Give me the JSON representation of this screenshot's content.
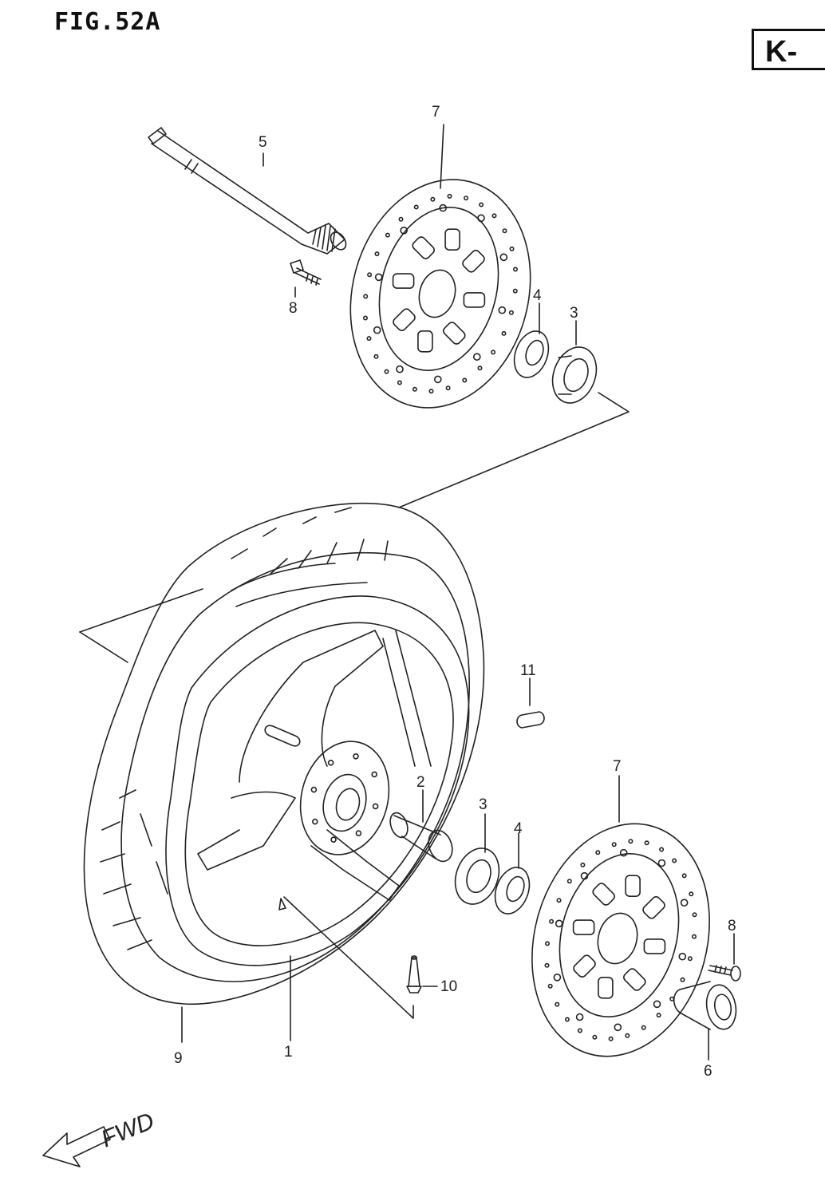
{
  "header": {
    "figure_label": "FIG.52A",
    "model_code": "K-"
  },
  "direction": {
    "label": "FWD"
  },
  "callouts": [
    {
      "id": "c7a",
      "number": "7"
    },
    {
      "id": "c5",
      "number": "5"
    },
    {
      "id": "c8a",
      "number": "8"
    },
    {
      "id": "c4a",
      "number": "4"
    },
    {
      "id": "c3a",
      "number": "3"
    },
    {
      "id": "c11",
      "number": "11"
    },
    {
      "id": "c7b",
      "number": "7"
    },
    {
      "id": "c2",
      "number": "2"
    },
    {
      "id": "c3b",
      "number": "3"
    },
    {
      "id": "c4b",
      "number": "4"
    },
    {
      "id": "c8b",
      "number": "8"
    },
    {
      "id": "c10",
      "number": "10"
    },
    {
      "id": "c9",
      "number": "9"
    },
    {
      "id": "c1",
      "number": "1"
    },
    {
      "id": "c6",
      "number": "6"
    }
  ]
}
